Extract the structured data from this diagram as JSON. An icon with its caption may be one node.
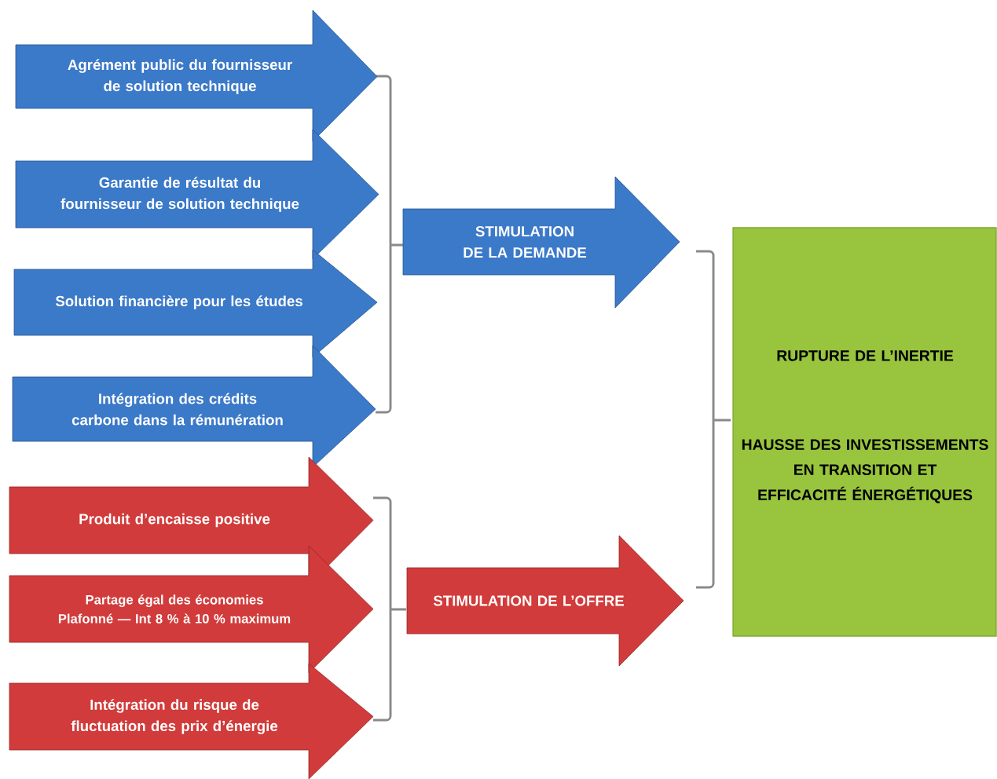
{
  "diagram": {
    "nodes": [
      {
        "text": [
          "Agrément public du fournisseur de solution technique"
        ]
      },
      {
        "text": [
          "Garantie de résultat du fournisseur de solution technique"
        ]
      },
      {
        "text": [
          "Solution financière pour les études"
        ]
      },
      {
        "text": [
          "Intégration des crédits carbone dans la rémunération"
        ]
      },
      {
        "text": [
          "Produit d’encaisse positive"
        ]
      },
      {
        "text": [
          "Partage égal des économies",
          "Plafonné — Int 8 % à 10 % maximum"
        ]
      },
      {
        "text": [
          "Intégration du risque de fluctuation des prix d’énergie"
        ]
      },
      {
        "text": [
          "STIMULATION DE LA DEMANDE"
        ]
      },
      {
        "text": [
          "STIMULATION DE L’OFFRE"
        ]
      },
      {
        "text": [
          "RUPTURE DE L’INERTIE",
          "HAUSSE DES INVESTISSEMENTS EN TRANSITION ET EFFICACITÉ ÉNERGÉTIQUES"
        ]
      }
    ]
  }
}
